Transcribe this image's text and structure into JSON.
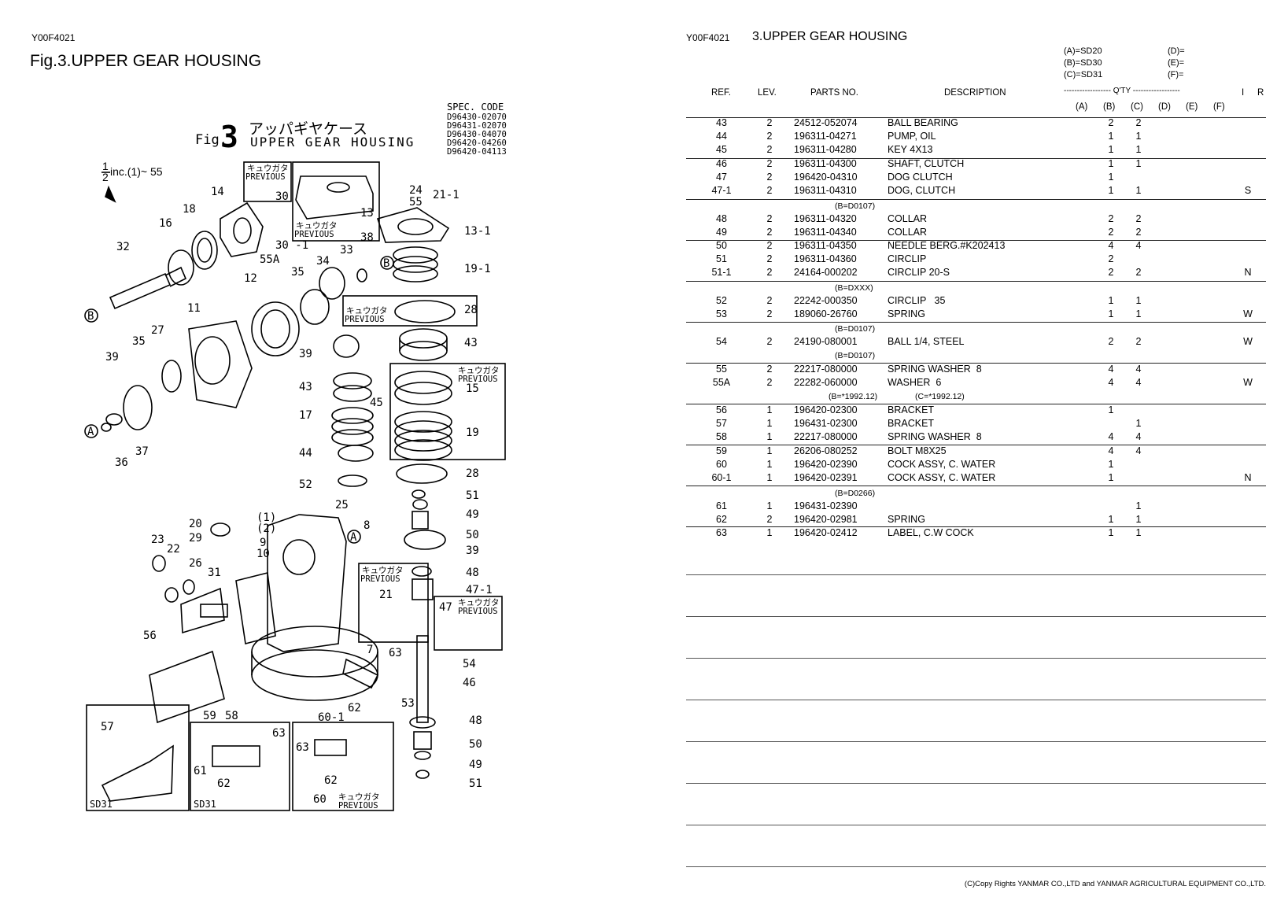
{
  "left": {
    "code": "Y00F4021",
    "title": "Fig.3.UPPER GEAR HOUSING",
    "diagram": {
      "fig_label": "Fig.",
      "fig_number": "3",
      "jp_title": "アッパギヤケース",
      "en_title": "UPPER GEAR HOUSING",
      "spec_header": "SPEC. CODE",
      "spec_codes": [
        "D96430-02070",
        "D96431-02070",
        "D96430-04070",
        "D96420-04260",
        "D96420-04113"
      ],
      "inc_note": "inc.(1)~ 55",
      "inc_levels": [
        "1",
        "2"
      ],
      "previous_jp": "キュウガタ",
      "previous": "PREVIOUS",
      "box_labels": [
        "SD31",
        "SD31"
      ],
      "assembly_labels": [
        "(1)",
        "(2)"
      ],
      "callouts": [
        "14",
        "30",
        "18",
        "16",
        "32",
        "B",
        "55A",
        "30 -1",
        "13",
        "24",
        "55",
        "21-1",
        "13-1",
        "38",
        "B",
        "19-1",
        "34",
        "33",
        "35",
        "12",
        "11",
        "28",
        "27",
        "35",
        "39",
        "39",
        "43",
        "43",
        "17",
        "45",
        "15",
        "19",
        "A",
        "37",
        "36",
        "44",
        "28",
        "52",
        "51",
        "25",
        "49",
        "20",
        "23",
        "29",
        "22",
        "26",
        "31",
        "9",
        "10",
        "8",
        "A",
        "50",
        "39",
        "48",
        "21",
        "47-1",
        "47",
        "56",
        "7",
        "63",
        "54",
        "46",
        "59",
        "58",
        "60-1",
        "62",
        "53",
        "57",
        "63",
        "61",
        "62",
        "63",
        "62",
        "60",
        "48",
        "50",
        "49",
        "51"
      ]
    }
  },
  "right": {
    "code": "Y00F4021",
    "title": "3.UPPER GEAR HOUSING",
    "models": {
      "a": "(A)=SD20",
      "b": "(B)=SD30",
      "c": "(C)=SD31",
      "d": "(D)=",
      "e": "(E)=",
      "f": "(F)="
    },
    "headers": {
      "ref": "REF.",
      "lev": "LEV.",
      "parts": "PARTS NO.",
      "desc": "DESCRIPTION",
      "qty": "------------------ Q'TY ------------------",
      "i": "I",
      "r": "R",
      "cols": [
        "(A)",
        "(B)",
        "(C)",
        "(D)",
        "(E)",
        "(F)"
      ]
    },
    "rows": [
      {
        "ref": "43",
        "lev": "2",
        "part": "24512-052074",
        "desc": "BALL BEARING",
        "b": "2",
        "c": "2",
        "r": ""
      },
      {
        "ref": "44",
        "lev": "2",
        "part": "196311-04271",
        "desc": "PUMP, OIL",
        "b": "1",
        "c": "1",
        "r": ""
      },
      {
        "ref": "45",
        "lev": "2",
        "part": "196311-04280",
        "desc": "KEY 4X13",
        "b": "1",
        "c": "1",
        "r": ""
      },
      {
        "ref": "46",
        "lev": "2",
        "part": "196311-04300",
        "desc": "SHAFT, CLUTCH",
        "b": "1",
        "c": "1",
        "r": ""
      },
      {
        "ref": "47",
        "lev": "2",
        "part": "196420-04310",
        "desc": "DOG CLUTCH",
        "b": "1",
        "c": "",
        "r": ""
      },
      {
        "ref": "47-1",
        "lev": "2",
        "part": "196311-04310",
        "desc": "DOG, CLUTCH",
        "b": "1",
        "c": "1",
        "r": "S"
      },
      {
        "ref": "48",
        "lev": "2",
        "part": "196311-04320",
        "desc": "COLLAR",
        "b": "2",
        "c": "2",
        "r": ""
      },
      {
        "ref": "49",
        "lev": "2",
        "part": "196311-04340",
        "desc": "COLLAR",
        "b": "2",
        "c": "2",
        "r": ""
      },
      {
        "ref": "50",
        "lev": "2",
        "part": "196311-04350",
        "desc": "NEEDLE BERG.#K202413",
        "b": "4",
        "c": "4",
        "r": ""
      },
      {
        "ref": "51",
        "lev": "2",
        "part": "196311-04360",
        "desc": "CIRCLIP",
        "b": "2",
        "c": "",
        "r": ""
      },
      {
        "ref": "51-1",
        "lev": "2",
        "part": "24164-000202",
        "desc": "CIRCLIP 20-S",
        "b": "2",
        "c": "2",
        "r": "N"
      },
      {
        "ref": "52",
        "lev": "2",
        "part": "22242-000350",
        "desc": "CIRCLIP   35",
        "b": "1",
        "c": "1",
        "r": ""
      },
      {
        "ref": "53",
        "lev": "2",
        "part": "189060-26760",
        "desc": "SPRING",
        "b": "1",
        "c": "1",
        "r": "W"
      },
      {
        "ref": "54",
        "lev": "2",
        "part": "24190-080001",
        "desc": "BALL 1/4, STEEL",
        "b": "2",
        "c": "2",
        "r": "W"
      },
      {
        "ref": "55",
        "lev": "2",
        "part": "22217-080000",
        "desc": "SPRING WASHER  8",
        "b": "4",
        "c": "4",
        "r": ""
      },
      {
        "ref": "55A",
        "lev": "2",
        "part": "22282-060000",
        "desc": "WASHER  6",
        "b": "4",
        "c": "4",
        "r": "W"
      },
      {
        "ref": "56",
        "lev": "1",
        "part": "196420-02300",
        "desc": "BRACKET",
        "b": "1",
        "c": "",
        "r": ""
      },
      {
        "ref": "57",
        "lev": "1",
        "part": "196431-02300",
        "desc": "BRACKET",
        "b": "",
        "c": "1",
        "r": ""
      },
      {
        "ref": "58",
        "lev": "1",
        "part": "22217-080000",
        "desc": "SPRING WASHER  8",
        "b": "4",
        "c": "4",
        "r": ""
      },
      {
        "ref": "59",
        "lev": "1",
        "part": "26206-080252",
        "desc": "BOLT M8X25",
        "b": "4",
        "c": "4",
        "r": ""
      },
      {
        "ref": "60",
        "lev": "1",
        "part": "196420-02390",
        "desc": "COCK ASSY, C. WATER",
        "b": "1",
        "c": "",
        "r": ""
      },
      {
        "ref": "60-1",
        "lev": "1",
        "part": "196420-02391",
        "desc": "COCK ASSY, C. WATER",
        "b": "1",
        "c": "",
        "r": "N"
      },
      {
        "ref": "61",
        "lev": "1",
        "part": "196431-02390",
        "desc": "",
        "b": "",
        "c": "1",
        "r": ""
      },
      {
        "ref": "62",
        "lev": "2",
        "part": "196420-02981",
        "desc": "SPRING",
        "b": "1",
        "c": "1",
        "r": ""
      },
      {
        "ref": "63",
        "lev": "1",
        "part": "196420-02412",
        "desc": "LABEL, C.W COCK",
        "b": "1",
        "c": "1",
        "r": ""
      }
    ],
    "notes": [
      "(B=D0107)",
      "(B=DXXX)",
      "(B=D0107)",
      "(B=D0107)",
      "(B=*1992.12)",
      "(C=*1992.12)",
      "(B=D0266)"
    ],
    "copyright": "(C)Copy Rights  YANMAR CO.,LTD and YANMAR AGRICULTURAL EQUIPMENT CO.,LTD."
  }
}
